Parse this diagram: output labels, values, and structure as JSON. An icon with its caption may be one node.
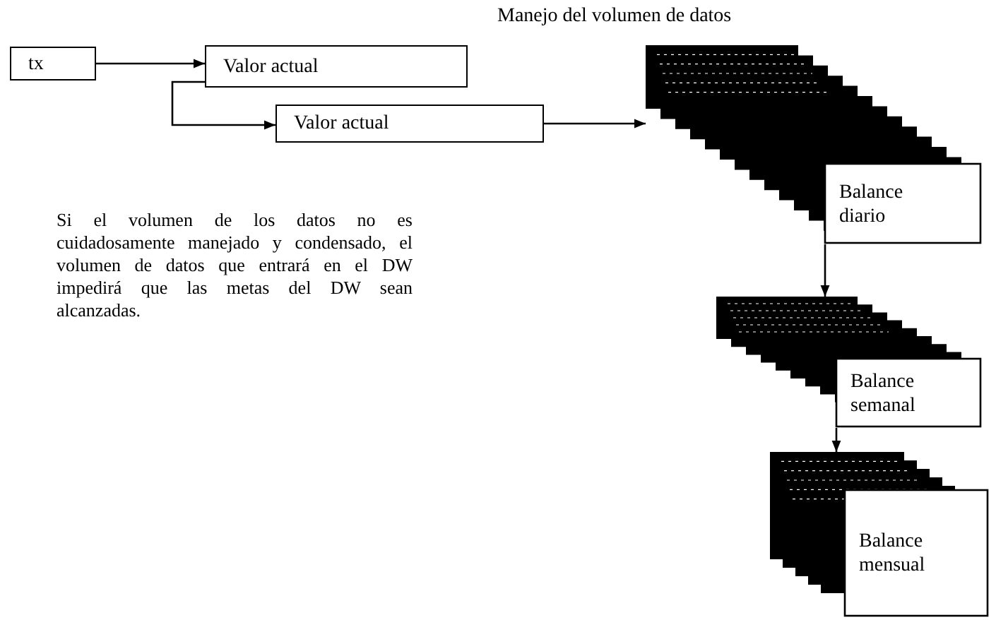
{
  "diagram": {
    "title": "Manejo del volumen de datos",
    "nodes": [
      {
        "text": [
          "tx"
        ]
      },
      {
        "text": [
          "Valor actual"
        ]
      },
      {
        "text": [
          "Valor actual"
        ]
      },
      {
        "text": [
          "Balance diario"
        ]
      },
      {
        "text": [
          "Balance semanal"
        ]
      },
      {
        "text": [
          "Balance mensual"
        ]
      }
    ],
    "edges": [
      {
        "from": 0,
        "to": 1,
        "arrow": "to"
      },
      {
        "from": 1,
        "to": 2,
        "arrow": "to"
      },
      {
        "from": 2,
        "to": 3,
        "arrow": "to"
      },
      {
        "from": 3,
        "to": 4,
        "arrow": "to"
      },
      {
        "from": 4,
        "to": 5,
        "arrow": "to"
      }
    ],
    "labels": [
      "Si el volumen de los datos no es cuidadosamente manejado y condensado, el volumen de datos que entrará en el DW impedirá que las metas del DW sean alcanzadas."
    ]
  }
}
